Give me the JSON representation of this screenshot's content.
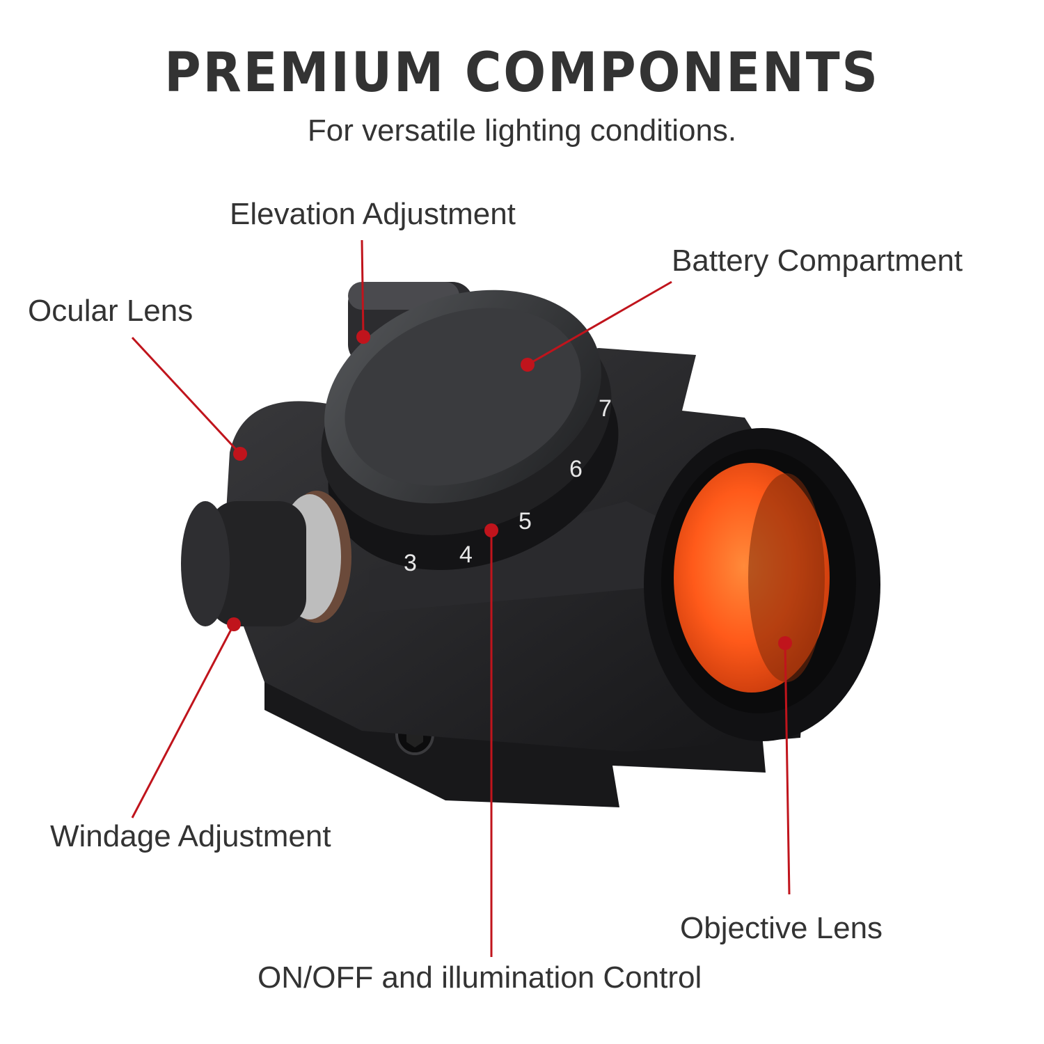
{
  "header": {
    "title": "PREMIUM COMPONENTS",
    "subtitle": "For versatile lighting conditions."
  },
  "labels": {
    "elevation": "Elevation Adjustment",
    "battery": "Battery Compartment",
    "ocular": "Ocular Lens",
    "windage": "Windage Adjustment",
    "objective": "Objective Lens",
    "onoff": "ON/OFF and illumination Control"
  },
  "dial_numbers": [
    "3",
    "4",
    "5",
    "6",
    "7"
  ],
  "colors": {
    "callout": "#c0141c",
    "body": "#1c1c1e",
    "lens": "#ff5a1a"
  }
}
